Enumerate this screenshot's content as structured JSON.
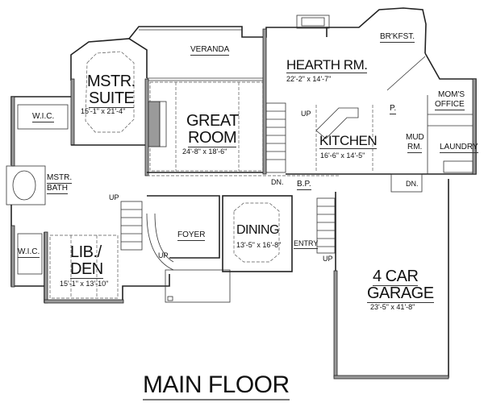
{
  "title": "MAIN FLOOR",
  "rooms": {
    "veranda": {
      "name": "VERANDA"
    },
    "mstr_suite": {
      "name1": "MSTR.",
      "name2": "SUITE",
      "dims": "15'-1\" x 21'-4\""
    },
    "great_room": {
      "name1": "GREAT",
      "name2": "ROOM",
      "dims": "24'-8\" x 18'-6\""
    },
    "hearth_rm": {
      "name": "HEARTH RM.",
      "dims": "22'-2\" x 14'-7\""
    },
    "brkfst": {
      "name": "BR'KFST."
    },
    "moms_office": {
      "name1": "MOM'S",
      "name2": "OFFICE"
    },
    "kitchen": {
      "name": "KITCHEN",
      "dims": "16'-6\" x 14'-5\""
    },
    "pantry": {
      "name": "P."
    },
    "mud_rm": {
      "name1": "MUD",
      "name2": "RM."
    },
    "laundry": {
      "name": "LAUNDRY"
    },
    "wic_upper": {
      "name": "W.I.C."
    },
    "mstr_bath": {
      "name1": "MSTR.",
      "name2": "BATH"
    },
    "wic_lower": {
      "name": "W.I.C."
    },
    "lib_den": {
      "name1": "LIB./",
      "name2": "DEN",
      "dims": "15'-1\" x 13'-10\""
    },
    "foyer": {
      "name": "FOYER"
    },
    "dining": {
      "name": "DINING",
      "dims": "13'-5\" x 16'-8\""
    },
    "entry": {
      "name": "ENTRY"
    },
    "bp": {
      "name": "B.P."
    },
    "garage": {
      "name1": "4 CAR",
      "name2": "GARAGE",
      "dims": "23'-5\" x 41'-8\""
    }
  },
  "stair_labels": {
    "up_main": "UP",
    "dn_main": "DN.",
    "up_foyer_top": "UP",
    "up_foyer_curve": "UP",
    "up_entry": "UP",
    "dn_mud": "DN."
  }
}
